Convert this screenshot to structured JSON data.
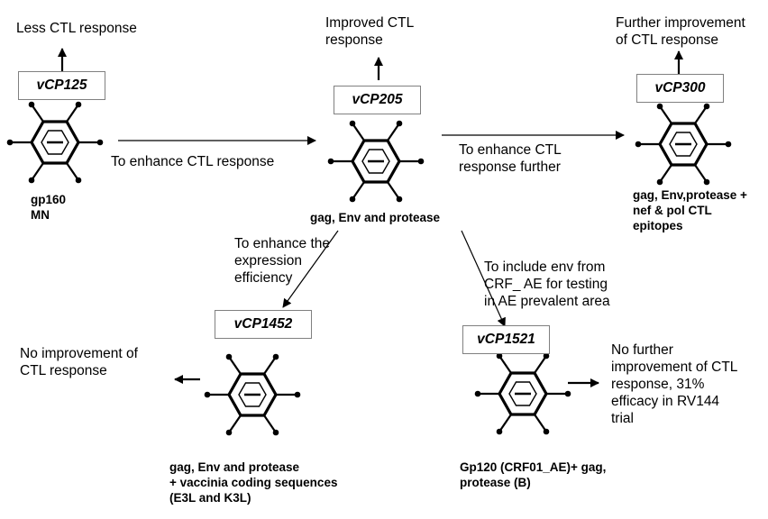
{
  "vectors": {
    "vcp125": {
      "name": "vCP125",
      "outcome": "Less CTL response",
      "insert": "gp160\nMN"
    },
    "vcp205": {
      "name": "vCP205",
      "outcome": "Improved CTL\nresponse",
      "insert": "gag, Env and protease"
    },
    "vcp300": {
      "name": "vCP300",
      "outcome": "Further improvement\nof CTL response",
      "insert": "gag, Env,protease +\nnef & pol CTL\nepitopes"
    },
    "vcp1452": {
      "name": "vCP1452",
      "outcome": "No improvement of\nCTL response",
      "insert": "gag, Env and protease\n+ vaccinia coding sequences\n(E3L and K3L)"
    },
    "vcp1521": {
      "name": "vCP1521",
      "outcome": "No further\nimprovement of CTL\nresponse, 31%\nefficacy in RV144\ntrial",
      "insert": "Gp120 (CRF01_AE)+ gag,\nprotease (B)"
    }
  },
  "transitions": {
    "to_vcp205": "To enhance CTL response",
    "to_vcp300": "To enhance CTL\nresponse further",
    "to_vcp1452": "To enhance the\nexpression\nefficiency",
    "to_vcp1521": "To include env from\nCRF_ AE for testing\nin AE prevalent area"
  }
}
